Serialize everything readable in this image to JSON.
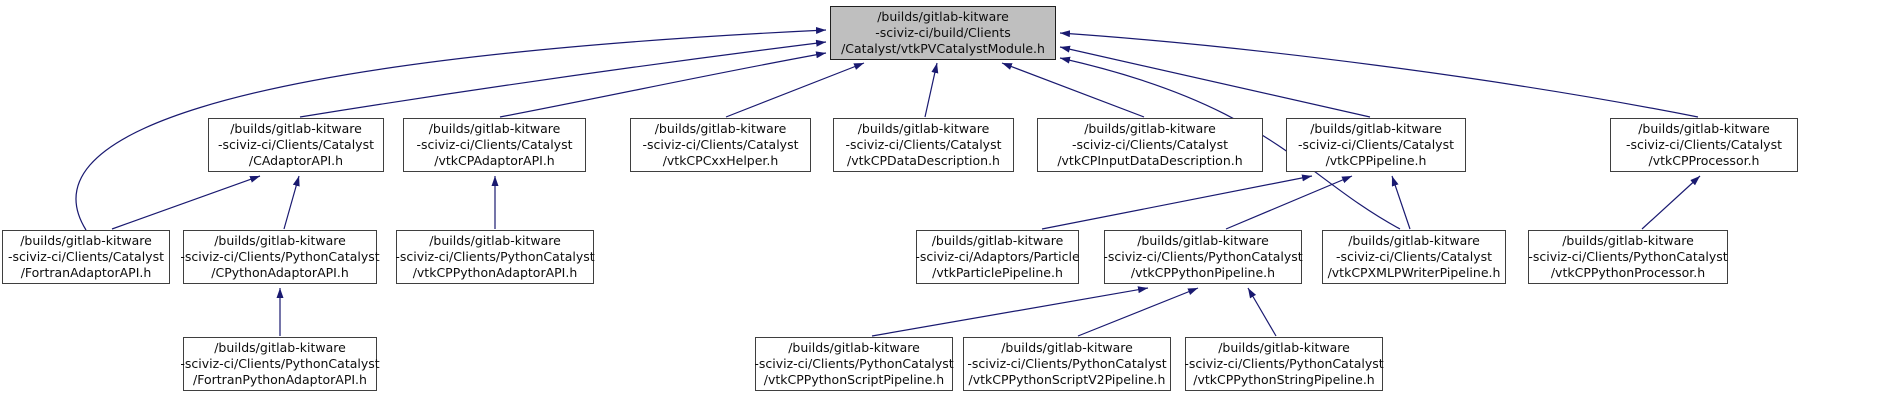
{
  "diagram": {
    "kind": "include-dependency-graph",
    "root_id": "vtkPVCatalystModule",
    "edge_color": "#191970",
    "highlight_fill": "#bfbfbf",
    "node_fill": "#ffffff",
    "border_color": "#3f3f3f",
    "nodes": [
      {
        "id": "vtkPVCatalystModule",
        "highlight": true,
        "lines": [
          "/builds/gitlab-kitware",
          "-sciviz-ci/build/Clients",
          "/Catalyst/vtkPVCatalystModule.h"
        ]
      },
      {
        "id": "CAdaptorAPI",
        "highlight": false,
        "lines": [
          "/builds/gitlab-kitware",
          "-sciviz-ci/Clients/Catalyst",
          "/CAdaptorAPI.h"
        ]
      },
      {
        "id": "vtkCPAdaptorAPI",
        "highlight": false,
        "lines": [
          "/builds/gitlab-kitware",
          "-sciviz-ci/Clients/Catalyst",
          "/vtkCPAdaptorAPI.h"
        ]
      },
      {
        "id": "vtkCPCxxHelper",
        "highlight": false,
        "lines": [
          "/builds/gitlab-kitware",
          "-sciviz-ci/Clients/Catalyst",
          "/vtkCPCxxHelper.h"
        ]
      },
      {
        "id": "vtkCPDataDescription",
        "highlight": false,
        "lines": [
          "/builds/gitlab-kitware",
          "-sciviz-ci/Clients/Catalyst",
          "/vtkCPDataDescription.h"
        ]
      },
      {
        "id": "vtkCPInputDataDescription",
        "highlight": false,
        "lines": [
          "/builds/gitlab-kitware",
          "-sciviz-ci/Clients/Catalyst",
          "/vtkCPInputDataDescription.h"
        ]
      },
      {
        "id": "vtkCPPipeline",
        "highlight": false,
        "lines": [
          "/builds/gitlab-kitware",
          "-sciviz-ci/Clients/Catalyst",
          "/vtkCPPipeline.h"
        ]
      },
      {
        "id": "vtkCPProcessor",
        "highlight": false,
        "lines": [
          "/builds/gitlab-kitware",
          "-sciviz-ci/Clients/Catalyst",
          "/vtkCPProcessor.h"
        ]
      },
      {
        "id": "FortranAdaptorAPI",
        "highlight": false,
        "lines": [
          "/builds/gitlab-kitware",
          "-sciviz-ci/Clients/Catalyst",
          "/FortranAdaptorAPI.h"
        ]
      },
      {
        "id": "CPythonAdaptorAPI",
        "highlight": false,
        "lines": [
          "/builds/gitlab-kitware",
          "-sciviz-ci/Clients/PythonCatalyst",
          "/CPythonAdaptorAPI.h"
        ]
      },
      {
        "id": "vtkCPPythonAdaptorAPI",
        "highlight": false,
        "lines": [
          "/builds/gitlab-kitware",
          "-sciviz-ci/Clients/PythonCatalyst",
          "/vtkCPPythonAdaptorAPI.h"
        ]
      },
      {
        "id": "vtkParticlePipeline",
        "highlight": false,
        "lines": [
          "/builds/gitlab-kitware",
          "-sciviz-ci/Adaptors/Particle",
          "/vtkParticlePipeline.h"
        ]
      },
      {
        "id": "vtkCPPythonPipeline",
        "highlight": false,
        "lines": [
          "/builds/gitlab-kitware",
          "-sciviz-ci/Clients/PythonCatalyst",
          "/vtkCPPythonPipeline.h"
        ]
      },
      {
        "id": "vtkCPXMLPWriterPipeline",
        "highlight": false,
        "lines": [
          "/builds/gitlab-kitware",
          "-sciviz-ci/Clients/Catalyst",
          "/vtkCPXMLPWriterPipeline.h"
        ]
      },
      {
        "id": "vtkCPPythonProcessor",
        "highlight": false,
        "lines": [
          "/builds/gitlab-kitware",
          "-sciviz-ci/Clients/PythonCatalyst",
          "/vtkCPPythonProcessor.h"
        ]
      },
      {
        "id": "FortranPythonAdaptorAPI",
        "highlight": false,
        "lines": [
          "/builds/gitlab-kitware",
          "-sciviz-ci/Clients/PythonCatalyst",
          "/FortranPythonAdaptorAPI.h"
        ]
      },
      {
        "id": "vtkCPPythonScriptPipeline",
        "highlight": false,
        "lines": [
          "/builds/gitlab-kitware",
          "-sciviz-ci/Clients/PythonCatalyst",
          "/vtkCPPythonScriptPipeline.h"
        ]
      },
      {
        "id": "vtkCPPythonScriptV2Pipeline",
        "highlight": false,
        "lines": [
          "/builds/gitlab-kitware",
          "-sciviz-ci/Clients/PythonCatalyst",
          "/vtkCPPythonScriptV2Pipeline.h"
        ]
      },
      {
        "id": "vtkCPPythonStringPipeline",
        "highlight": false,
        "lines": [
          "/builds/gitlab-kitware",
          "-sciviz-ci/Clients/PythonCatalyst",
          "/vtkCPPythonStringPipeline.h"
        ]
      }
    ],
    "edges": [
      {
        "from": "FortranAdaptorAPI",
        "to": "vtkPVCatalystModule"
      },
      {
        "from": "CAdaptorAPI",
        "to": "vtkPVCatalystModule"
      },
      {
        "from": "vtkCPAdaptorAPI",
        "to": "vtkPVCatalystModule"
      },
      {
        "from": "vtkCPCxxHelper",
        "to": "vtkPVCatalystModule"
      },
      {
        "from": "vtkCPDataDescription",
        "to": "vtkPVCatalystModule"
      },
      {
        "from": "vtkCPInputDataDescription",
        "to": "vtkPVCatalystModule"
      },
      {
        "from": "vtkCPPipeline",
        "to": "vtkPVCatalystModule"
      },
      {
        "from": "vtkCPProcessor",
        "to": "vtkPVCatalystModule"
      },
      {
        "from": "vtkCPXMLPWriterPipeline",
        "to": "vtkPVCatalystModule"
      },
      {
        "from": "FortranAdaptorAPI",
        "to": "CAdaptorAPI"
      },
      {
        "from": "CPythonAdaptorAPI",
        "to": "CAdaptorAPI"
      },
      {
        "from": "FortranPythonAdaptorAPI",
        "to": "CPythonAdaptorAPI"
      },
      {
        "from": "vtkCPPythonAdaptorAPI",
        "to": "vtkCPAdaptorAPI"
      },
      {
        "from": "vtkParticlePipeline",
        "to": "vtkCPPipeline"
      },
      {
        "from": "vtkCPPythonPipeline",
        "to": "vtkCPPipeline"
      },
      {
        "from": "vtkCPXMLPWriterPipeline",
        "to": "vtkCPPipeline"
      },
      {
        "from": "vtkCPPythonProcessor",
        "to": "vtkCPProcessor"
      },
      {
        "from": "vtkCPPythonScriptPipeline",
        "to": "vtkCPPythonPipeline"
      },
      {
        "from": "vtkCPPythonScriptV2Pipeline",
        "to": "vtkCPPythonPipeline"
      },
      {
        "from": "vtkCPPythonStringPipeline",
        "to": "vtkCPPythonPipeline"
      }
    ]
  }
}
